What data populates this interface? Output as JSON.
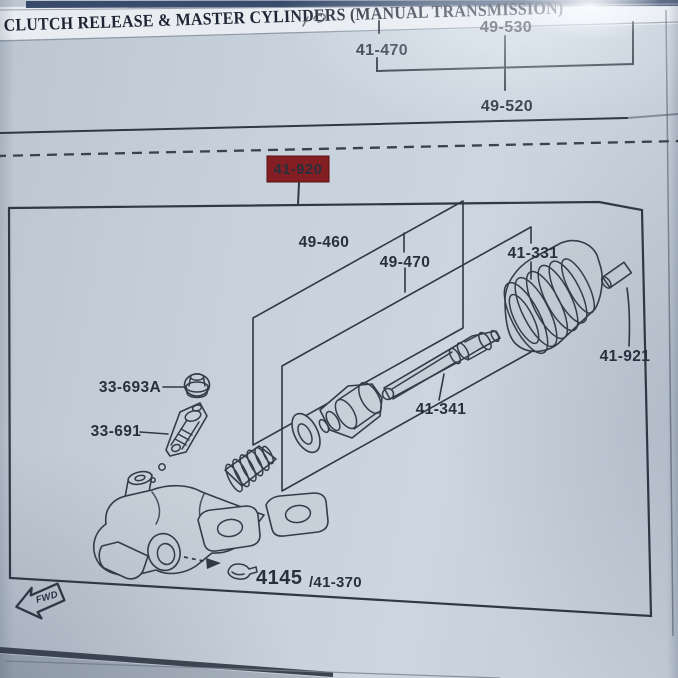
{
  "header": {
    "title": "CLUTCH RELEASE & MASTER CYLINDERS (MANUAL TRANSMISSION)"
  },
  "callouts": {
    "c41_470": "41-470",
    "c49_530": "49-530",
    "c49_520": "49-520"
  },
  "highlight": {
    "label": "41-920"
  },
  "parts": {
    "kit_460": "49-460",
    "kit_470": "49-470",
    "boot": "41-331",
    "pin": "41-921",
    "rod": "41-341",
    "cap": "33-693A",
    "bleeder": "33-691",
    "clip_main": "4145",
    "clip_sub": "/41-370"
  },
  "fwd": {
    "label": "FWD"
  },
  "colors": {
    "highlight_bg": "#8a1c22",
    "highlight_fg": "#8fe6dc",
    "page_bg": "#c6d0da",
    "line": "#2e3844"
  }
}
